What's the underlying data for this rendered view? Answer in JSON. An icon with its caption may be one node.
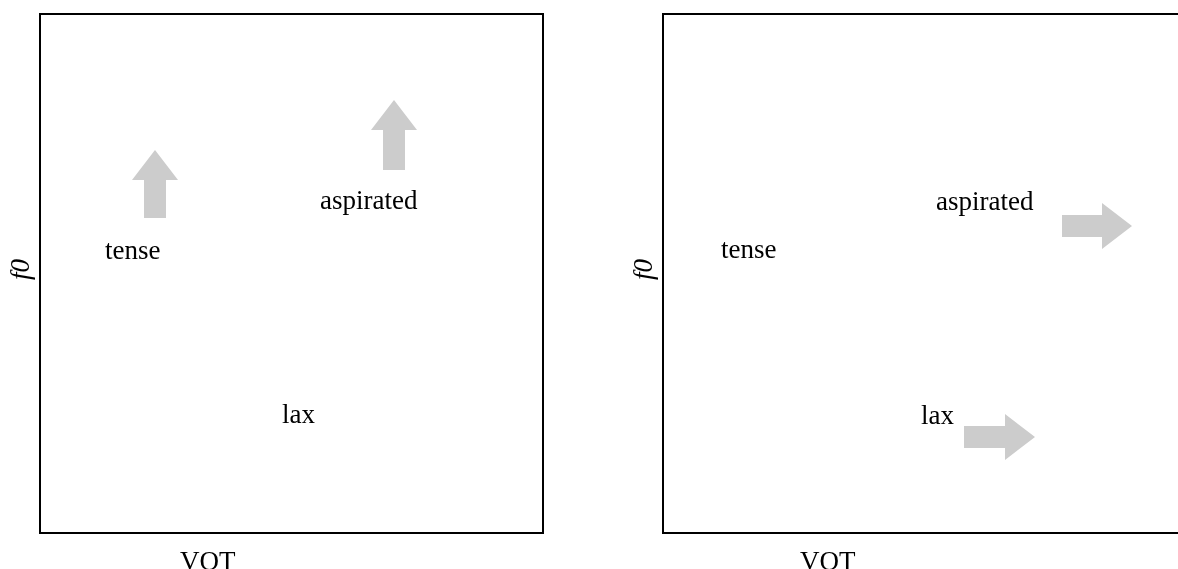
{
  "diagram": {
    "nodes": [
      {
        "text": [
          "tense",
          "aspirated",
          "lax"
        ],
        "beside": [
          "f0",
          "VOT"
        ]
      },
      {
        "text": [
          "tense",
          "aspirated",
          "lax"
        ],
        "beside": [
          "f0",
          "VOT"
        ]
      }
    ]
  }
}
